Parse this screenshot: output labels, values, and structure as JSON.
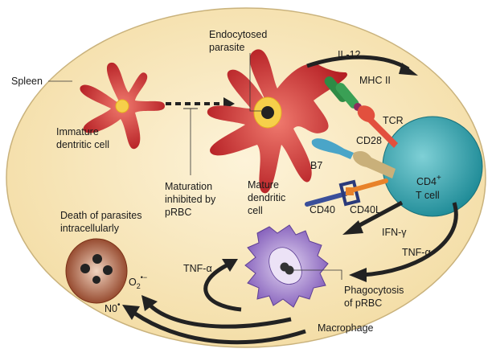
{
  "labels": {
    "spleen": "Spleen",
    "immature_1": "Immature",
    "immature_2": "dentritic cell",
    "endocytosed_1": "Endocytosed",
    "endocytosed_2": "parasite",
    "il12": "IL-12",
    "mhc2": "MHC II",
    "tcr": "TCR",
    "cd28": "CD28",
    "b7": "B7",
    "cd40": "CD40",
    "cd40l": "CD40L",
    "cd4": "CD4",
    "cd4_sup": "+",
    "tcell": "T cell",
    "maturation_1": "Maturation",
    "maturation_2": "inhibited by",
    "maturation_3": "pRBC",
    "mature_1": "Mature",
    "mature_2": "dendritic",
    "mature_3": "cell",
    "death_1": "Death of parasites",
    "death_2": "intracellularly",
    "ifng": "IFN-γ",
    "tnfa_right": "TNF-α",
    "tnfa_left": "TNF-α",
    "o2": "O",
    "o2_sub": "2",
    "o2_sup": "•−",
    "no": "N0",
    "no_sup": "•",
    "phago_1": "Phagocytosis",
    "phago_2": "of pRBC",
    "macrophage": "Macrophage"
  },
  "colors": {
    "spleen_fill": "#f6e2b0",
    "dendritic_cell": "#c8262a",
    "t_cell": "#2a9ba5",
    "macrophage": "#8a64c0",
    "infected_rbc": "#9c4a2a",
    "arrow": "#222222"
  }
}
